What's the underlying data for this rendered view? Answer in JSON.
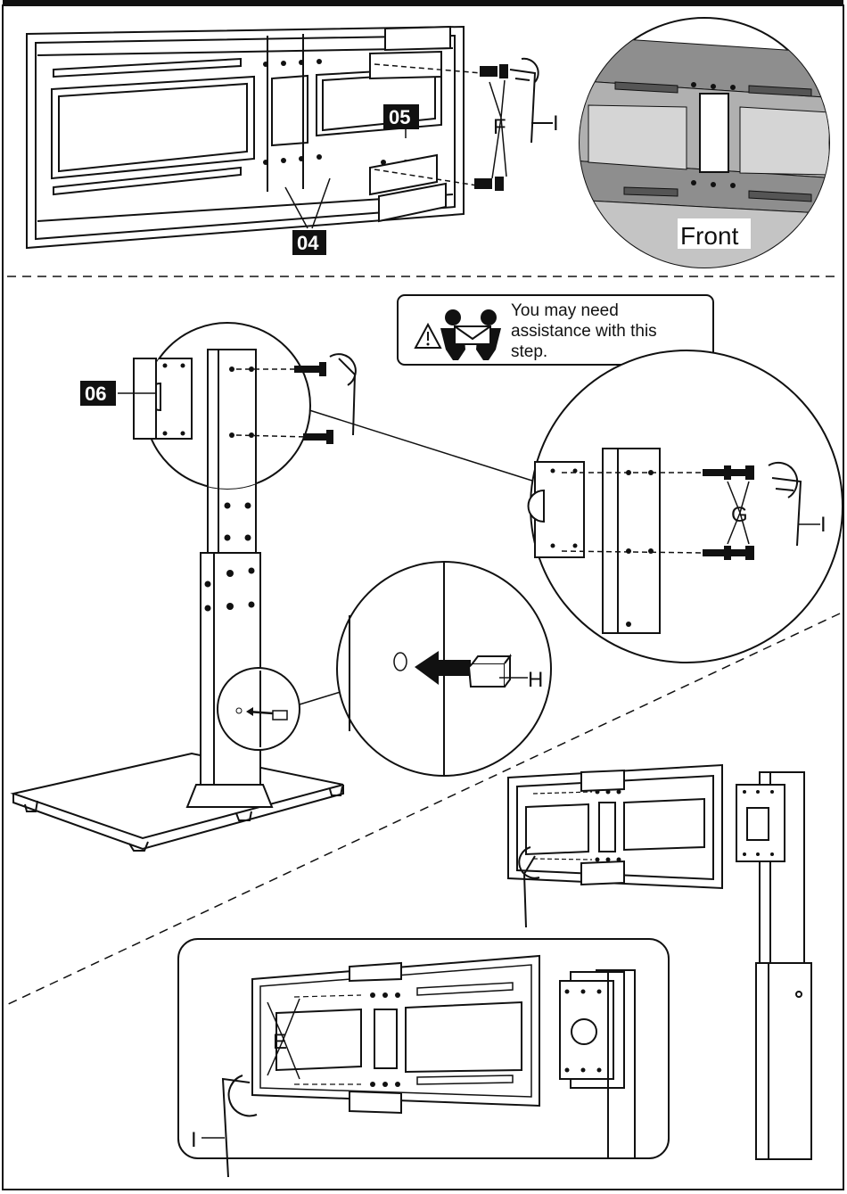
{
  "part_labels": {
    "p04": "04",
    "p05": "05",
    "p06": "06"
  },
  "hardware_labels": {
    "F": "F",
    "I_top": "I",
    "G": "G",
    "I_mid": "I",
    "H": "H",
    "E": "E",
    "I_bottom": "I"
  },
  "callouts": {
    "front": "Front"
  },
  "notice": {
    "line1": "You may need",
    "line2": "assistance with this",
    "line3": "step."
  },
  "colors": {
    "ink": "#111111",
    "panel_grey": "#9a9a9a",
    "label_box": "#111111",
    "paper": "#ffffff"
  }
}
